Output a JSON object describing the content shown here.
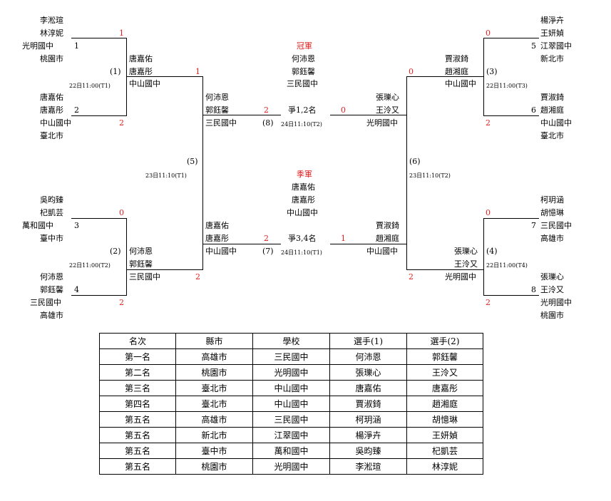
{
  "champion": {
    "title": "冠軍",
    "p1": "何沛恩",
    "p2": "郭鈺馨",
    "school": "三民國中"
  },
  "third": {
    "title": "季軍",
    "p1": "唐嘉佑",
    "p2": "唐嘉彤",
    "school": "中山國中"
  },
  "entries": {
    "e1": {
      "p1": "李淞瑄",
      "p2": "林淳妮",
      "school": "光明國中",
      "city": "桃園市",
      "seed": "1"
    },
    "e2": {
      "p1": "唐嘉佑",
      "p2": "唐嘉彤",
      "school": "中山國中",
      "city": "臺北市",
      "seed": "2"
    },
    "e3": {
      "p1": "吳昀臻",
      "p2": "杞凱芸",
      "school": "萬和國中",
      "city": "臺中市",
      "seed": "3"
    },
    "e4": {
      "p1": "何沛恩",
      "p2": "郭鈺馨",
      "school": "三民國中",
      "city": "高雄市",
      "seed": "4"
    },
    "e5": {
      "p1": "楊淨卉",
      "p2": "王妍媜",
      "school": "江翠國中",
      "city": "新北市",
      "seed": "5"
    },
    "e6": {
      "p1": "賈淑錡",
      "p2": "趙湘庭",
      "school": "中山國中",
      "city": "臺北市",
      "seed": "6"
    },
    "e7": {
      "p1": "柯玥涵",
      "p2": "胡憶琳",
      "school": "三民國中",
      "city": "高雄市",
      "seed": "7"
    },
    "e8": {
      "p1": "張瓅心",
      "p2": "王泠又",
      "school": "光明國中",
      "city": "桃園市",
      "seed": "8"
    }
  },
  "matches": {
    "m1": {
      "no": "(1)",
      "time": "22日11:00(T1)",
      "w1": "唐嘉佑",
      "w2": "唐嘉彤",
      "ws": "中山國中",
      "sa": "1",
      "sb": "2",
      "so": "1"
    },
    "m2": {
      "no": "(2)",
      "time": "22日11:00(T2)",
      "w1": "何沛恩",
      "w2": "郭鈺馨",
      "ws": "三民國中",
      "sa": "0",
      "sb": "2",
      "so": "2"
    },
    "m3": {
      "no": "(3)",
      "time": "22日11:00(T3)",
      "w1": "賈淑錡",
      "w2": "趙湘庭",
      "ws": "中山國中",
      "sa": "0",
      "sb": "2",
      "so": "0"
    },
    "m4": {
      "no": "(4)",
      "time": "22日11:00(T4)",
      "w1": "張瓅心",
      "w2": "王泠又",
      "ws": "光明國中",
      "sa": "0",
      "sb": "2",
      "so": "2"
    },
    "m5": {
      "no": "(5)",
      "time": "23日11:10(T1)",
      "w1": "何沛恩",
      "w2": "郭鈺馨",
      "ws": "三民國中",
      "wscore": "2",
      "l1": "唐嘉佑",
      "l2": "唐嘉彤",
      "ls": "中山國中",
      "lscore": "2"
    },
    "m6": {
      "no": "(6)",
      "time": "23日11:10(T2)",
      "w1": "張瓅心",
      "w2": "王泠又",
      "ws": "光明國中",
      "wscore": "0",
      "l1": "賈淑錡",
      "l2": "趙湘庭",
      "ls": "中山國中",
      "lscore": "1"
    },
    "m7": {
      "no": "(7)",
      "label": "爭3,4名",
      "time": "24日11:10(T1)"
    },
    "m8": {
      "no": "(8)",
      "label": "爭1,2名",
      "time": "24日11:10(T2)"
    }
  },
  "table": {
    "headers": [
      "名次",
      "縣市",
      "學校",
      "選手(1)",
      "選手(2)"
    ],
    "rows": [
      [
        "第一名",
        "高雄市",
        "三民國中",
        "何沛恩",
        "郭鈺馨"
      ],
      [
        "第二名",
        "桃園市",
        "光明國中",
        "張瓅心",
        "王泠又"
      ],
      [
        "第三名",
        "臺北市",
        "中山國中",
        "唐嘉佑",
        "唐嘉彤"
      ],
      [
        "第四名",
        "臺北市",
        "中山國中",
        "賈淑錡",
        "趙湘庭"
      ],
      [
        "第五名",
        "高雄市",
        "三民國中",
        "柯玥涵",
        "胡憶琳"
      ],
      [
        "第五名",
        "新北市",
        "江翠國中",
        "楊淨卉",
        "王妍媜"
      ],
      [
        "第五名",
        "臺中市",
        "萬和國中",
        "吳昀臻",
        "杞凱芸"
      ],
      [
        "第五名",
        "桃園市",
        "光明國中",
        "李淞瑄",
        "林淳妮"
      ]
    ]
  },
  "colors": {
    "score": "#e02020",
    "line": "#000000"
  }
}
